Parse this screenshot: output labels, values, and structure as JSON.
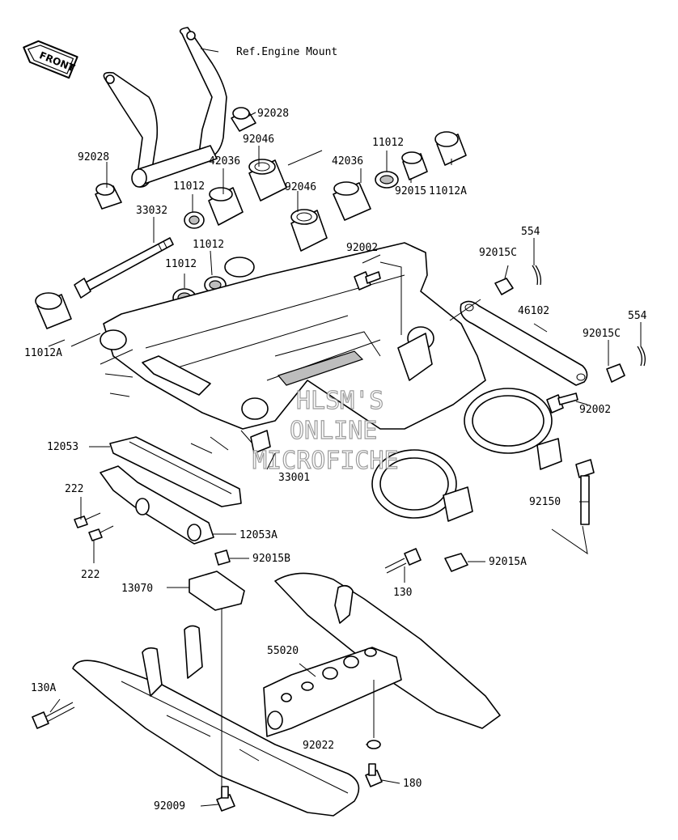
{
  "front_badge": "FRONT",
  "reference_note": "Ref.Engine Mount",
  "watermark": [
    "HLSM'S",
    "ONLINE",
    "MICROFICHE"
  ],
  "part_labels": [
    {
      "id": "92028-a",
      "text": "92028"
    },
    {
      "id": "92028-b",
      "text": "92028"
    },
    {
      "id": "92046-a",
      "text": "92046"
    },
    {
      "id": "92046-b",
      "text": "92046"
    },
    {
      "id": "42036-a",
      "text": "42036"
    },
    {
      "id": "42036-b",
      "text": "42036"
    },
    {
      "id": "11012-a",
      "text": "11012"
    },
    {
      "id": "11012-b",
      "text": "11012"
    },
    {
      "id": "11012-c",
      "text": "11012"
    },
    {
      "id": "11012-d",
      "text": "11012"
    },
    {
      "id": "11012A-a",
      "text": "11012A"
    },
    {
      "id": "11012A-b",
      "text": "11012A"
    },
    {
      "id": "92015",
      "text": "92015"
    },
    {
      "id": "33032",
      "text": "33032"
    },
    {
      "id": "92002-a",
      "text": "92002"
    },
    {
      "id": "92002-b",
      "text": "92002"
    },
    {
      "id": "554-a",
      "text": "554"
    },
    {
      "id": "554-b",
      "text": "554"
    },
    {
      "id": "92015C-a",
      "text": "92015C"
    },
    {
      "id": "92015C-b",
      "text": "92015C"
    },
    {
      "id": "46102",
      "text": "46102"
    },
    {
      "id": "12053",
      "text": "12053"
    },
    {
      "id": "33001",
      "text": "33001"
    },
    {
      "id": "222-a",
      "text": "222"
    },
    {
      "id": "222-b",
      "text": "222"
    },
    {
      "id": "12053A",
      "text": "12053A"
    },
    {
      "id": "92150",
      "text": "92150"
    },
    {
      "id": "92015B",
      "text": "92015B"
    },
    {
      "id": "92015A",
      "text": "92015A"
    },
    {
      "id": "13070",
      "text": "13070"
    },
    {
      "id": "130",
      "text": "130"
    },
    {
      "id": "55020",
      "text": "55020"
    },
    {
      "id": "130A",
      "text": "130A"
    },
    {
      "id": "92022",
      "text": "92022"
    },
    {
      "id": "180",
      "text": "180"
    },
    {
      "id": "92009",
      "text": "92009"
    }
  ]
}
